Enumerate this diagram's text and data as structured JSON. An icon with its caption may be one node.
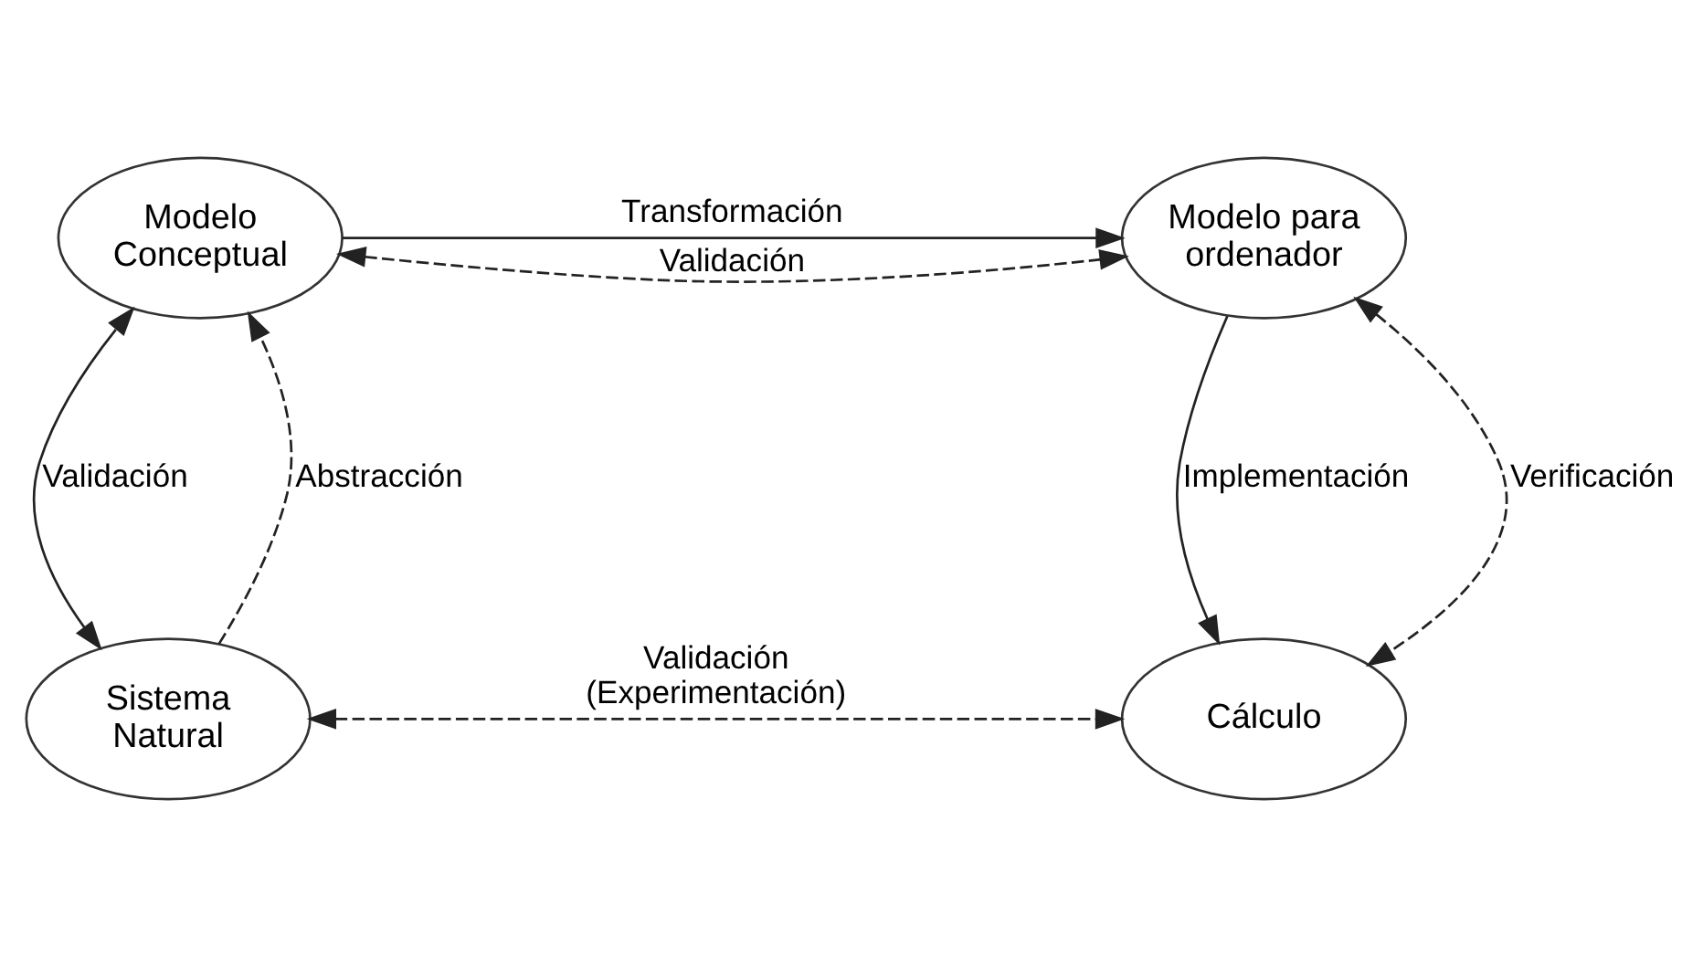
{
  "diagram": {
    "nodes": [
      {
        "text": [
          "Modelo Conceptual"
        ]
      },
      {
        "text": [
          "Modelo para ordenador"
        ]
      },
      {
        "text": [
          "Sistema Natural"
        ]
      },
      {
        "text": [
          "Cálculo"
        ]
      }
    ],
    "edges": [
      {
        "from": 0,
        "to": 1,
        "arrow": "to",
        "label": "Transformación"
      },
      {
        "from": 0,
        "to": 1,
        "arrow": "both",
        "style": "dashed",
        "label": "Validación"
      },
      {
        "from": 1,
        "to": 3,
        "arrow": "to",
        "label": "Implementación"
      },
      {
        "from": 1,
        "to": 3,
        "arrow": "both",
        "style": "dashed",
        "label": "Verificación"
      },
      {
        "from": 2,
        "to": 0,
        "arrow": "to",
        "style": "dashed",
        "label": "Abstracción"
      },
      {
        "from": 0,
        "to": 2,
        "arrow": "both",
        "label": "Validación"
      },
      {
        "from": 2,
        "to": 3,
        "arrow": "both",
        "style": "dashed",
        "label": "Validación (Experimentación)"
      }
    ]
  }
}
